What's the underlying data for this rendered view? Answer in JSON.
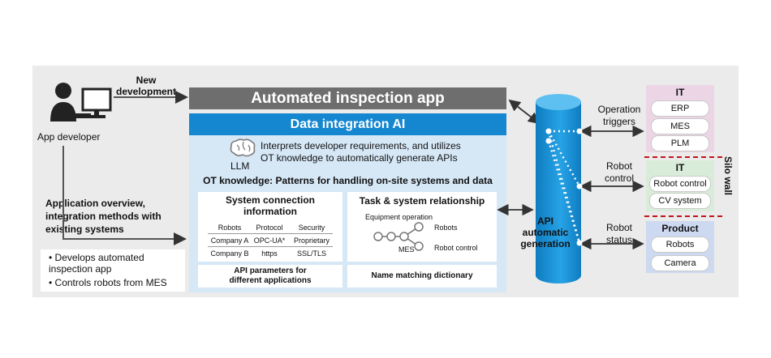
{
  "developer": {
    "label": "App developer",
    "new_dev_label": "New\ndevelopment",
    "overview_label": "Application overview,\nintegration methods with\nexisting systems",
    "bullets": [
      "Develops automated\ninspection app",
      "Controls robots from MES"
    ]
  },
  "app_title": "Automated inspection app",
  "ai": {
    "title": "Data integration AI",
    "llm_label": "LLM",
    "description": "Interprets developer requirements, and utilizes\nOT knowledge to automatically generate APIs",
    "ot_knowledge": "OT knowledge: Patterns for handling on-site systems and data",
    "system_connection": {
      "title": "System connection\ninformation",
      "columns": [
        "Robots",
        "Protocol",
        "Security"
      ],
      "rows": [
        [
          "Company A",
          "OPC-UA*",
          "Proprietary"
        ],
        [
          "Company B",
          "https",
          "SSL/TLS"
        ]
      ]
    },
    "task_relationship": {
      "title": "Task & system relationship",
      "equipment": "Equipment operation",
      "mes": "MES",
      "robots": "Robots",
      "robot_control": "Robot control"
    },
    "api_params": "API parameters for\ndifferent applications",
    "name_dict": "Name matching dictionary"
  },
  "api": {
    "label": "API\nautomatic\ngeneration"
  },
  "flows": {
    "operation_triggers": "Operation\ntriggers",
    "robot_control": "Robot\ncontrol",
    "robot_status": "Robot\nstatus"
  },
  "silo_wall": "Silo wall",
  "right": {
    "it1": {
      "title": "IT",
      "items": [
        "ERP",
        "MES",
        "PLM"
      ]
    },
    "it2": {
      "title": "IT",
      "items": [
        "Robot control",
        "CV system"
      ]
    },
    "product": {
      "title": "Product",
      "items": [
        "Robots",
        "Camera"
      ]
    }
  },
  "colors": {
    "it1_bg": "#ecd6e6",
    "it2_bg": "#d9ecd9",
    "product_bg": "#cdd9f1",
    "ai_head": "#1487d0",
    "ai_bg": "#d6e7f6",
    "silo": "#c0151b",
    "cylinder": "#1592d8"
  }
}
